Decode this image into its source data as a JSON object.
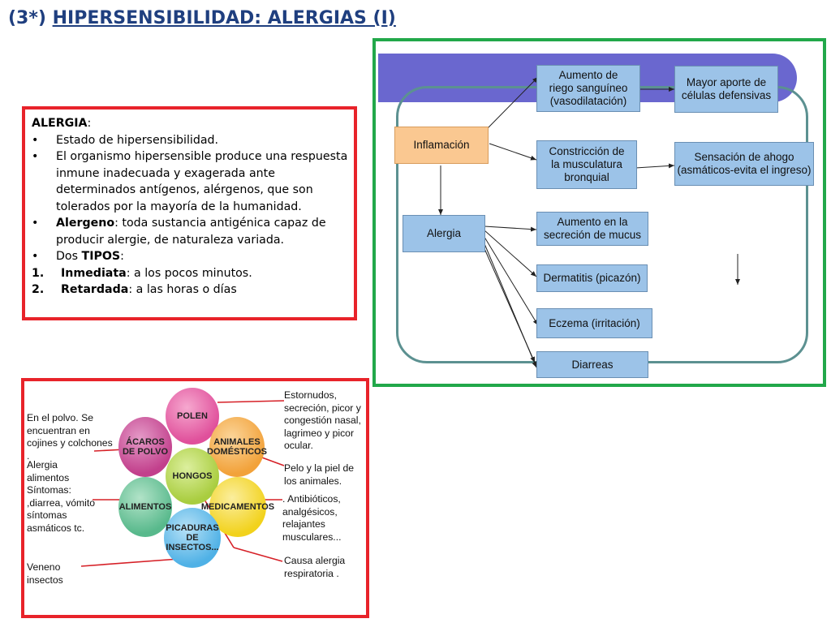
{
  "title": {
    "prefix": "(3*)",
    "main": "HIPERSENSIBILIDAD: ALERGIAS (I)"
  },
  "definition": {
    "heading": "ALERGIA",
    "heading_suffix": ":",
    "bullet": "•",
    "item1": "Estado de hipersensibilidad.",
    "item2": "El organismo hipersensible produce una respuesta inmune inadecuada y exagerada ante determinados antígenos, alérgenos, que son tolerados por la mayoría de la humanidad.",
    "item3_bold": "Alergeno",
    "item3_rest": ": toda sustancia antigénica capaz de producir alergie, de naturaleza variada.",
    "item4_pre": "Dos ",
    "item4_bold": "TIPOS",
    "item4_post": ":",
    "type1_num": "1.",
    "type1_bold": "Inmediata",
    "type1_rest": ": a los pocos minutos.",
    "type2_num": "2.",
    "type2_bold": "Retardada",
    "type2_rest": ": a las horas o días"
  },
  "diagram": {
    "inflamacion": "Inflamación",
    "aumento_riego": "Aumento de\nriego sanguíneo\n(vasodilatación)",
    "mayor_aporte": "Mayor aporte de\ncélulas defensivas",
    "constriccion": "Constricción de\nla musculatura\nbronquial",
    "sensacion": "Sensación de ahogo\n(asmáticos-evita el ingreso)",
    "alergia": "Alergia",
    "aumento_mucus": "Aumento en la\nsecreción de mucus",
    "dermatitis": "Dermatitis (picazón)",
    "eczema": "Eczema (irritación)",
    "diarreas": "Diarreas"
  },
  "allergens": {
    "bubbles": {
      "polen": "POLEN",
      "acaros": "ÁCAROS\nDE POLVO",
      "animales": "ANIMALES\nDOMÉSTICOS",
      "hongos": "HONGOS",
      "alimentos": "ALIMENTOS",
      "medicamentos": "MEDICAMENTOS",
      "picaduras": "PICADURAS\nDE INSECTOS..."
    },
    "notes": {
      "polvo": "En el polvo. Se\nencuentran en\ncojines y colchones\n.",
      "alimentos": "Alergia\nalimentos\nSíntomas:\n,diarrea, vómito\nsíntomas\nasmáticos tc.",
      "veneno": "Veneno\ninsectos",
      "estornudos": "Estornudos,\nsecreción, picor y\ncongestión  nasal,\nlagrimeo y picor\nocular.",
      "pelo": "Pelo y la piel de\nlos animales.",
      "antibioticos": ". Antibióticos,\nanalgésicos,\nrelajantes\nmusculares...",
      "respiratoria": "Causa alergia\nrespiratoria ."
    }
  },
  "colors": {
    "title": "#1f3f7f",
    "red_border": "#e8232a",
    "green_border": "#22a84a",
    "purple_band": "#6a67cf",
    "node_blue": "#9cc3e8",
    "node_orange": "#fac891",
    "polen": "#e0509b",
    "acaros": "#c2408c",
    "animales": "#f2a23a",
    "hongos": "#a9cd3f",
    "alimentos": "#58b98c",
    "medicamentos": "#f2d21c",
    "picaduras": "#4fb1e6",
    "connector_red": "#d62027"
  }
}
